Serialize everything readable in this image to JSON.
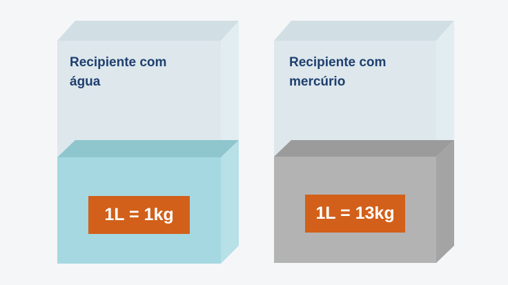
{
  "containers": [
    {
      "title_lines": [
        "Recipiente com",
        "água"
      ],
      "liquid": "água",
      "badge": "1L = 1kg",
      "colors": {
        "glass_front": "#dde7ec",
        "glass_top": "#d1dfe4",
        "glass_side": "#e1edf1",
        "liquid_front": "#a6d8e1",
        "liquid_top": "#8fc6cd",
        "liquid_side": "#b7e0e7"
      }
    },
    {
      "title_lines": [
        "Recipiente com",
        "mercúrio"
      ],
      "liquid": "mercúrio",
      "badge": "1L = 13kg",
      "colors": {
        "glass_front": "#dde7ec",
        "glass_top": "#d1dfe4",
        "glass_side": "#e1edf1",
        "liquid_front": "#b3b3b3",
        "liquid_top": "#9b9b9b",
        "liquid_side": "#a4a4a4"
      }
    }
  ],
  "colors": {
    "background": "#f4f6f8",
    "title_text": "#1f3f6e",
    "badge_fill": "#d2601a",
    "badge_text": "#ffffff"
  }
}
